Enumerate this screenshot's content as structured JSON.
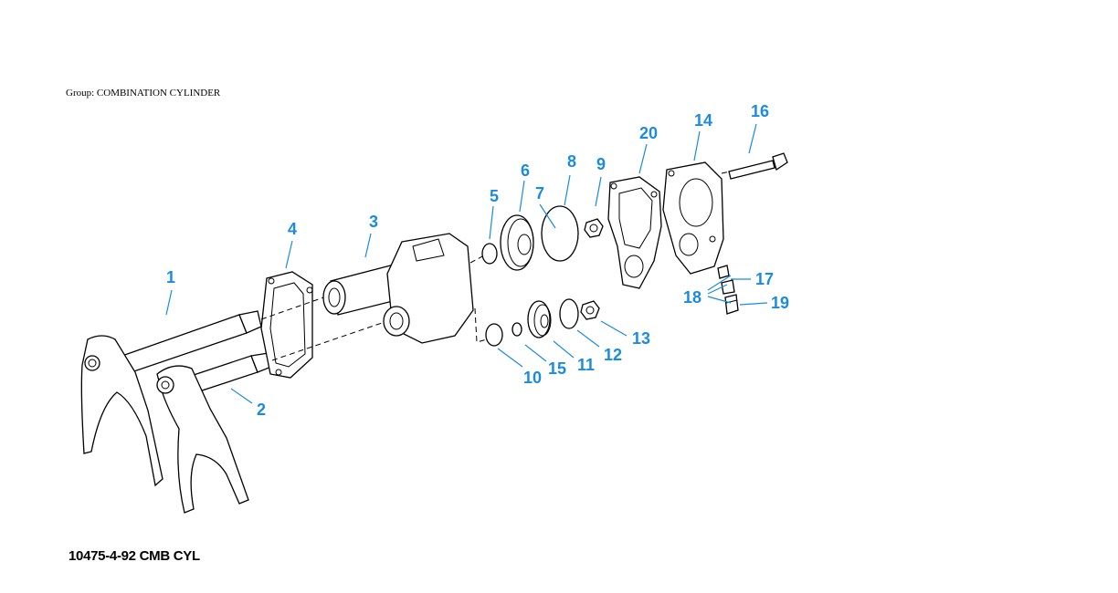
{
  "header": {
    "group_text": "Group: COMBINATION CYLINDER"
  },
  "footer": {
    "code": "10475-4-92 CMB CYL"
  },
  "diagram": {
    "callouts": [
      "1",
      "2",
      "3",
      "4",
      "5",
      "6",
      "7",
      "8",
      "9",
      "10",
      "11",
      "12",
      "13",
      "14",
      "15",
      "16",
      "17",
      "18",
      "19",
      "20"
    ],
    "accent_color": "#1a8be0"
  }
}
